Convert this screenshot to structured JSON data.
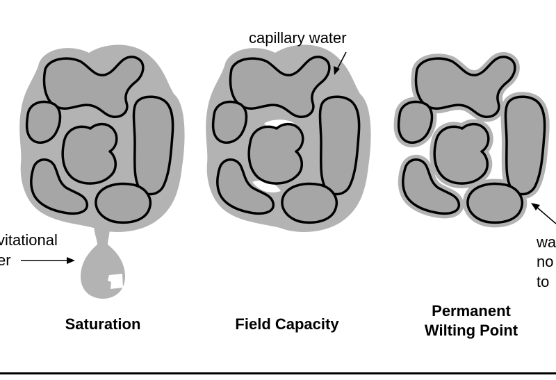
{
  "panels": [
    {
      "id": "saturation",
      "caption_lines": [
        "Saturation"
      ]
    },
    {
      "id": "field-capacity",
      "caption_lines": [
        "Field Capacity"
      ]
    },
    {
      "id": "permanent-wilting-point",
      "caption_lines": [
        "Permanent",
        "Wilting Point"
      ]
    }
  ],
  "annotations": {
    "capillary_water": "capillary water",
    "gravitational_water_lines": [
      "vitational",
      "er"
    ],
    "unavailable_water_lines": [
      "wa",
      "no",
      "to"
    ]
  },
  "colors": {
    "water": "#b3b3b3",
    "grain_fill": "#a6a6a6",
    "outline": "#000000",
    "background": "#ffffff"
  }
}
